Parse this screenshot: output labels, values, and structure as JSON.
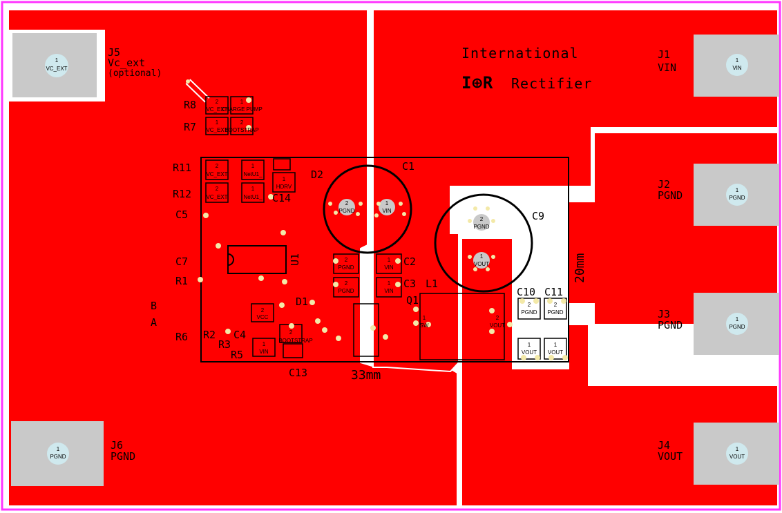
{
  "colors": {
    "copper": "#ff0000",
    "silk": "#000000",
    "trace_outline": "#ffffff",
    "pad_gray": "#c9c9c9",
    "pad_center": "#cfe9ee",
    "drill": "#f3e9a8",
    "outline": "#ff33ff"
  },
  "logo": {
    "line1": "International",
    "mark": "I⊕R",
    "line2": "Rectifier"
  },
  "connectors": {
    "j5": {
      "ref": "J5",
      "net": "Vc_ext",
      "note": "(optional)",
      "pin": "1",
      "pin_net": "VC_EXT"
    },
    "j1": {
      "ref": "J1",
      "net": "VIN",
      "pin": "1",
      "pin_net": "VIN"
    },
    "j2": {
      "ref": "J2",
      "net": "PGND",
      "pin": "1",
      "pin_net": "PGND"
    },
    "j3": {
      "ref": "J3",
      "net": "PGND",
      "pin": "1",
      "pin_net": "PGND"
    },
    "j4": {
      "ref": "J4",
      "net": "VOUT",
      "pin": "1",
      "pin_net": "VOUT"
    },
    "j6": {
      "ref": "J6",
      "net": "PGND",
      "pin": "1",
      "pin_net": "PGND"
    }
  },
  "refs": {
    "r8": "R8",
    "r7": "R7",
    "r11": "R11",
    "r12": "R12",
    "c5": "C5",
    "c7": "C7",
    "r1": "R1",
    "b": "B",
    "a": "A",
    "r6": "R6",
    "r2": "R2",
    "c4": "C4",
    "r3": "R3",
    "r5": "R5",
    "c13": "C13",
    "d1": "D1",
    "d2": "D2",
    "c14": "C14",
    "u1": "U1",
    "c1": "C1",
    "c9": "C9",
    "c2": "C2",
    "c3": "C3",
    "q1": "Q1",
    "l1": "L1",
    "c10": "C10",
    "c11": "C11"
  },
  "dims": {
    "width": "33mm",
    "height": "20mm"
  },
  "pads": {
    "r8_2": "2",
    "r8_2n": "VC_EXT",
    "r8_1": "1",
    "r8_1n": "CHARGE PUMP",
    "r7_1": "1",
    "r7_1n": "VC_EXT",
    "r7_2": "2",
    "r7_2n": "BOOTSTRAP",
    "r11_2": "2",
    "r11_2n": "VC_EXT",
    "r11_1": "1",
    "r11_1n": "NetU1_",
    "r12_2": "2",
    "r12_2n": "VC_EXT",
    "r12_1": "1",
    "r12_1n": "NetU1_",
    "d2_1": "1",
    "d2_1n": "HDRV",
    "c1_2": "2",
    "c1_2n": "PGND",
    "c1_1": "1",
    "c1_1n": "VIN",
    "c9_2": "2",
    "c9_2n": "PGND",
    "c9_1": "1",
    "c9_1n": "VOUT",
    "c2_2": "2",
    "c2_2n": "PGND",
    "c2_1": "1",
    "c2_1n": "VIN",
    "c3_2": "2",
    "c3_2n": "PGND",
    "c3_1": "1",
    "c3_1n": "VIN",
    "q1_1": "1",
    "q1_1n": "SW",
    "l1_2": "2",
    "l1_2n": "VOUT",
    "c10_2": "2",
    "c10_2n": "PGND",
    "c10_1": "1",
    "c10_1n": "VOUT",
    "c11_2": "2",
    "c11_2n": "PGND",
    "c11_1": "1",
    "c11_1n": "VOUT",
    "c4_2": "2",
    "c4_2n": "VCC",
    "r5_1": "1",
    "r5_1n": "VIN",
    "c13_2": "2",
    "c13_2n": "BOOTSTRAP"
  }
}
